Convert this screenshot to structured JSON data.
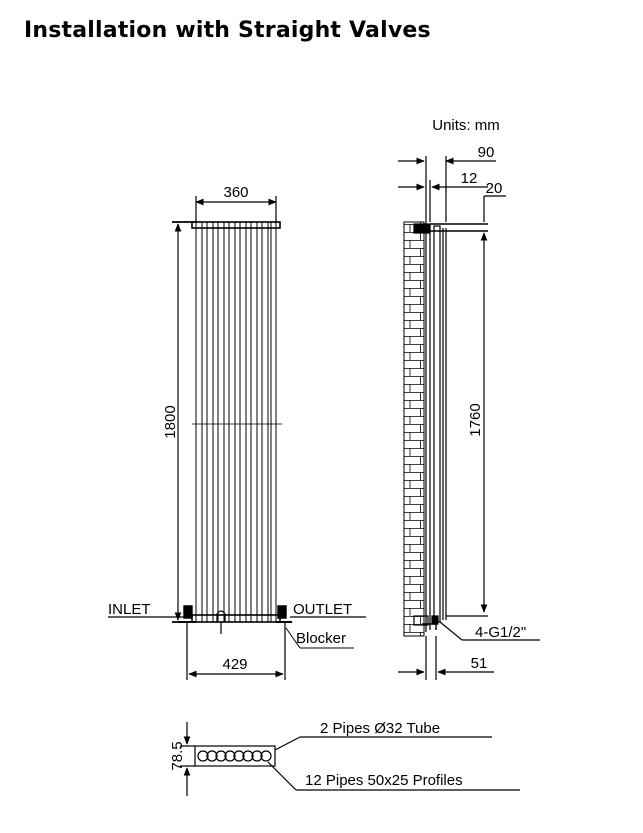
{
  "title": "Installation with Straight Valves",
  "units": "Units: mm",
  "front_view": {
    "width_label": "360",
    "height_label": "1800",
    "pipe_centres_label": "429",
    "inlet_label": "INLET",
    "outlet_label": "OUTLET",
    "blocker_label": "Blocker"
  },
  "side_view": {
    "depth_label": "90",
    "bracket_label": "12",
    "offset_label": "20",
    "height_label": "1760",
    "connection_label": "4-G1/2\"",
    "wall_gap_label": "51"
  },
  "top_view": {
    "depth_label": "78.5",
    "tube_label": "2 Pipes Ø32  Tube",
    "profile_label": "12 Pipes 50x25   Profiles"
  }
}
